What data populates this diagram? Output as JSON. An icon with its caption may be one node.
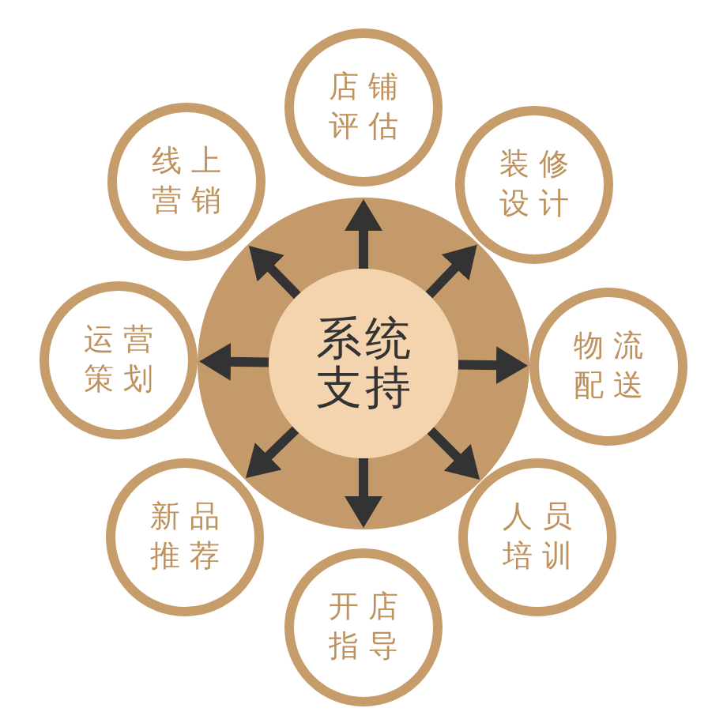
{
  "diagram": {
    "nodes": [
      {
        "text": [],
        "shape": "circle"
      },
      {
        "text": [
          "系统支持"
        ],
        "in": 0
      },
      {
        "text": [
          "店铺评估"
        ]
      },
      {
        "text": [
          "装修设计"
        ]
      },
      {
        "text": [
          "物流配送"
        ]
      },
      {
        "text": [
          "人员培训"
        ]
      },
      {
        "text": [
          "开店指导"
        ]
      },
      {
        "text": [
          "新品推荐"
        ]
      },
      {
        "text": [
          "运营策划"
        ]
      },
      {
        "text": [
          "线上营销"
        ]
      }
    ],
    "edges": [
      {
        "from": 1,
        "to": 2,
        "arrow": "to"
      },
      {
        "from": 1,
        "to": 3,
        "arrow": "to"
      },
      {
        "from": 1,
        "to": 4,
        "arrow": "to"
      },
      {
        "from": 1,
        "to": 5,
        "arrow": "to"
      },
      {
        "from": 1,
        "to": 6,
        "arrow": "to"
      },
      {
        "from": 1,
        "to": 7,
        "arrow": "to"
      },
      {
        "from": 1,
        "to": 8,
        "arrow": "to"
      },
      {
        "from": 1,
        "to": 9,
        "arrow": "to"
      }
    ]
  }
}
